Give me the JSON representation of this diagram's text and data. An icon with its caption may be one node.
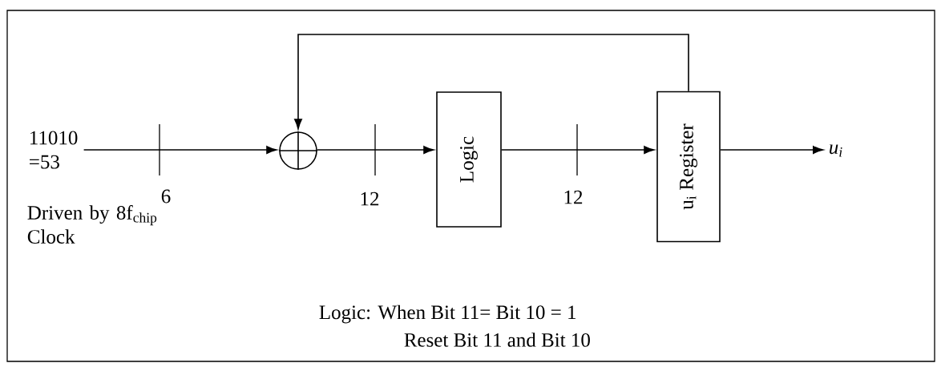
{
  "diagram": {
    "nodes": [
      {
        "text": [
          "11010 =53"
        ]
      },
      {
        "text": [],
        "shape": "circle"
      },
      {
        "text": [
          "Logic"
        ]
      },
      {
        "text": [
          "u$_{i}$ Register"
        ]
      },
      {
        "text": [
          "u$_{i}$"
        ]
      }
    ],
    "edges": [
      {
        "from": 0,
        "to": 1,
        "arrow": "to"
      },
      {
        "from": 1,
        "to": 2,
        "arrow": "to"
      },
      {
        "from": 2,
        "to": 3,
        "arrow": "to"
      },
      {
        "from": 3,
        "to": 1,
        "arrow": "to"
      },
      {
        "from": 3,
        "to": 4,
        "arrow": "to"
      }
    ],
    "labels": [
      "6",
      "12",
      "12",
      "Driven by 8f$_{chip}$ Clock",
      "Logic: When Bit 11= Bit 10 = 1",
      "Reset Bit 11 and Bit 10"
    ]
  }
}
